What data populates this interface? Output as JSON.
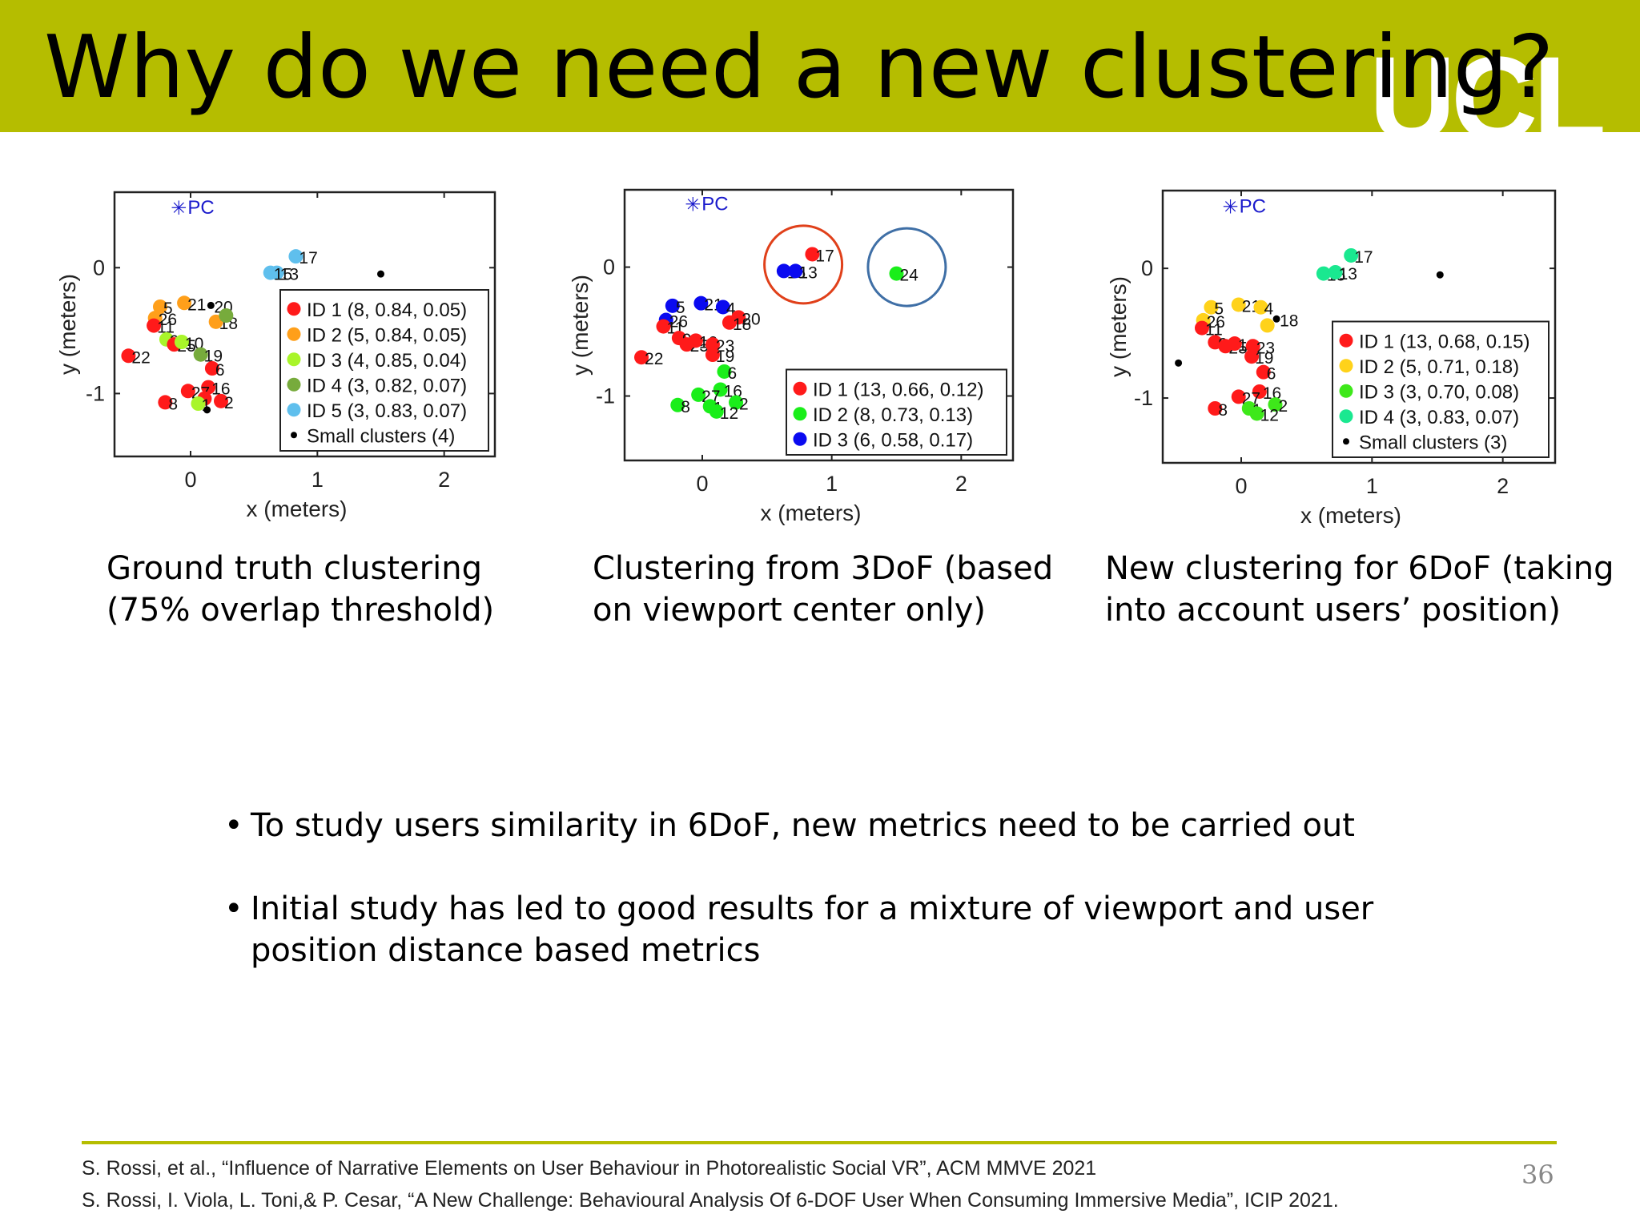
{
  "title": "Why do we need a new clustering?",
  "logo_text": "UCL",
  "colors": {
    "header_bg": "#b5bd00",
    "rule": "#b5bd00"
  },
  "chart_data": [
    {
      "type": "scatter",
      "xlabel": "x (meters)",
      "ylabel": "y (meters)",
      "xlim": [
        -0.6,
        2.4
      ],
      "ylim": [
        -1.5,
        0.6
      ],
      "xticks": [
        0,
        1,
        2
      ],
      "yticks": [
        0,
        -1
      ],
      "pc": {
        "label": "PC",
        "x": -0.08,
        "y": 0.48
      },
      "legend": {
        "position": "bottom-right",
        "entries": [
          {
            "label": "ID 1 (8, 0.84, 0.05)",
            "color": "#ff1a1a"
          },
          {
            "label": "ID 2 (5, 0.84, 0.05)",
            "color": "#ff9f1a"
          },
          {
            "label": "ID 3 (4, 0.85, 0.04)",
            "color": "#a9f52a"
          },
          {
            "label": "ID 4 (3, 0.82, 0.07)",
            "color": "#77ab3c"
          },
          {
            "label": "ID 5 (3, 0.83, 0.07)",
            "color": "#5fbfed"
          },
          {
            "label": "Small clusters (4)",
            "color": "#000000",
            "small": true
          }
        ]
      },
      "points": [
        {
          "x": 0.83,
          "y": 0.09,
          "color": "#5fbfed",
          "label": "17"
        },
        {
          "x": 0.68,
          "y": -0.04,
          "color": "#5fbfed",
          "label": "13"
        },
        {
          "x": 0.63,
          "y": -0.04,
          "color": "#5fbfed",
          "label": "15"
        },
        {
          "x": 1.5,
          "y": -0.05,
          "color": "#000000",
          "small": true
        },
        {
          "x": 0.16,
          "y": -0.3,
          "color": "#000000",
          "small": true,
          "label": "20"
        },
        {
          "x": -0.05,
          "y": -0.28,
          "color": "#ff9f1a",
          "label": "21"
        },
        {
          "x": -0.24,
          "y": -0.31,
          "color": "#ff9f1a",
          "label": "5"
        },
        {
          "x": -0.28,
          "y": -0.4,
          "color": "#ff9f1a",
          "label": "26"
        },
        {
          "x": 0.2,
          "y": -0.43,
          "color": "#ff9f1a",
          "label": "18"
        },
        {
          "x": 0.28,
          "y": -0.38,
          "color": "#77ab3c"
        },
        {
          "x": -0.29,
          "y": -0.46,
          "color": "#ff1a1a",
          "label": "11"
        },
        {
          "x": -0.19,
          "y": -0.57,
          "color": "#a9f52a",
          "label": "9"
        },
        {
          "x": -0.13,
          "y": -0.61,
          "color": "#ff1a1a",
          "label": "25"
        },
        {
          "x": -0.07,
          "y": -0.59,
          "color": "#a9f52a",
          "label": "10"
        },
        {
          "x": 0.08,
          "y": -0.69,
          "color": "#77ab3c",
          "label": "19"
        },
        {
          "x": -0.49,
          "y": -0.7,
          "color": "#ff1a1a",
          "label": "22"
        },
        {
          "x": 0.17,
          "y": -0.8,
          "color": "#ff1a1a",
          "label": "6"
        },
        {
          "x": 0.14,
          "y": -0.95,
          "color": "#ff1a1a",
          "label": "16"
        },
        {
          "x": -0.02,
          "y": -0.98,
          "color": "#ff1a1a",
          "label": "27"
        },
        {
          "x": 0.11,
          "y": -1.04,
          "color": "#ff1a1a"
        },
        {
          "x": 0.24,
          "y": -1.06,
          "color": "#ff1a1a",
          "label": "2"
        },
        {
          "x": 0.06,
          "y": -1.08,
          "color": "#a9f52a",
          "label": "1"
        },
        {
          "x": -0.2,
          "y": -1.07,
          "color": "#ff1a1a",
          "label": "8"
        },
        {
          "x": 0.13,
          "y": -1.13,
          "color": "#000000",
          "small": true
        }
      ]
    },
    {
      "type": "scatter",
      "xlabel": "x (meters)",
      "ylabel": "y (meters)",
      "xlim": [
        -0.6,
        2.4
      ],
      "ylim": [
        -1.5,
        0.6
      ],
      "xticks": [
        0,
        1,
        2
      ],
      "yticks": [
        0,
        -1
      ],
      "pc": {
        "label": "PC",
        "x": -0.06,
        "y": 0.49
      },
      "circles": [
        {
          "x": 0.78,
          "y": 0.02,
          "r": 0.3,
          "color": "#e0401a"
        },
        {
          "x": 1.58,
          "y": 0.0,
          "r": 0.3,
          "color": "#3f6fa6"
        }
      ],
      "legend": {
        "position": "bottom-right",
        "entries": [
          {
            "label": "ID 1 (13, 0.66, 0.12)",
            "color": "#ff1a1a"
          },
          {
            "label": "ID 2 (8, 0.73, 0.13)",
            "color": "#1aee1a"
          },
          {
            "label": "ID 3 (6, 0.58, 0.17)",
            "color": "#0a0af0"
          }
        ]
      },
      "points": [
        {
          "x": 0.85,
          "y": 0.1,
          "color": "#ff1a1a",
          "label": "17"
        },
        {
          "x": 0.63,
          "y": -0.03,
          "color": "#0a0af0",
          "label": "15"
        },
        {
          "x": 0.72,
          "y": -0.03,
          "color": "#0a0af0",
          "label": "13"
        },
        {
          "x": 1.5,
          "y": -0.05,
          "color": "#1aee1a",
          "label": "24"
        },
        {
          "x": -0.23,
          "y": -0.3,
          "color": "#0a0af0",
          "label": "5"
        },
        {
          "x": -0.01,
          "y": -0.28,
          "color": "#0a0af0",
          "label": "21"
        },
        {
          "x": 0.16,
          "y": -0.31,
          "color": "#0a0af0",
          "label": "4"
        },
        {
          "x": 0.28,
          "y": -0.39,
          "color": "#ff1a1a",
          "label": "20"
        },
        {
          "x": 0.21,
          "y": -0.43,
          "color": "#ff1a1a",
          "label": "18"
        },
        {
          "x": -0.28,
          "y": -0.41,
          "color": "#0a0af0",
          "label": "26"
        },
        {
          "x": -0.3,
          "y": -0.46,
          "color": "#ff1a1a",
          "label": "11"
        },
        {
          "x": -0.18,
          "y": -0.55,
          "color": "#ff1a1a",
          "label": "9"
        },
        {
          "x": -0.12,
          "y": -0.6,
          "color": "#ff1a1a",
          "label": "25"
        },
        {
          "x": -0.05,
          "y": -0.57,
          "color": "#ff1a1a",
          "label": "10"
        },
        {
          "x": 0.08,
          "y": -0.6,
          "color": "#ff1a1a",
          "label": "23"
        },
        {
          "x": 0.08,
          "y": -0.68,
          "color": "#ff1a1a",
          "label": "19"
        },
        {
          "x": -0.47,
          "y": -0.7,
          "color": "#ff1a1a",
          "label": "22"
        },
        {
          "x": 0.17,
          "y": -0.81,
          "color": "#1aee1a",
          "label": "6"
        },
        {
          "x": 0.14,
          "y": -0.95,
          "color": "#1aee1a",
          "label": "16"
        },
        {
          "x": -0.03,
          "y": -0.99,
          "color": "#1aee1a",
          "label": "27"
        },
        {
          "x": 0.26,
          "y": -1.05,
          "color": "#1aee1a",
          "label": "2"
        },
        {
          "x": 0.06,
          "y": -1.08,
          "color": "#1aee1a",
          "label": "1"
        },
        {
          "x": 0.11,
          "y": -1.12,
          "color": "#1aee1a",
          "label": "12"
        },
        {
          "x": -0.19,
          "y": -1.07,
          "color": "#1aee1a",
          "label": "8"
        }
      ]
    },
    {
      "type": "scatter",
      "xlabel": "x (meters)",
      "ylabel": "y (meters)",
      "xlim": [
        -0.6,
        2.4
      ],
      "ylim": [
        -1.5,
        0.6
      ],
      "xticks": [
        0,
        1,
        2
      ],
      "yticks": [
        0,
        -1
      ],
      "pc": {
        "label": "PC",
        "x": -0.07,
        "y": 0.48
      },
      "legend": {
        "position": "bottom-right",
        "entries": [
          {
            "label": "ID 1 (13, 0.68, 0.15)",
            "color": "#ff1a1a"
          },
          {
            "label": "ID 2 (5, 0.71, 0.18)",
            "color": "#ffd21a"
          },
          {
            "label": "ID 3 (3, 0.70, 0.08)",
            "color": "#3ee81a"
          },
          {
            "label": "ID 4 (3, 0.83, 0.07)",
            "color": "#1ae890"
          },
          {
            "label": "Small clusters (3)",
            "color": "#000000",
            "small": true
          }
        ]
      },
      "points": [
        {
          "x": 0.84,
          "y": 0.1,
          "color": "#1ae890",
          "label": "17"
        },
        {
          "x": 0.63,
          "y": -0.04,
          "color": "#1ae890",
          "label": "15"
        },
        {
          "x": 0.72,
          "y": -0.03,
          "color": "#1ae890",
          "label": "13"
        },
        {
          "x": 1.52,
          "y": -0.05,
          "color": "#000000",
          "small": true
        },
        {
          "x": -0.23,
          "y": -0.3,
          "color": "#ffd21a",
          "label": "5"
        },
        {
          "x": -0.02,
          "y": -0.28,
          "color": "#ffd21a",
          "label": "21"
        },
        {
          "x": 0.15,
          "y": -0.3,
          "color": "#ffd21a",
          "label": "4"
        },
        {
          "x": 0.27,
          "y": -0.39,
          "color": "#000000",
          "small": true,
          "label": "18"
        },
        {
          "x": 0.2,
          "y": -0.44,
          "color": "#ffd21a"
        },
        {
          "x": -0.29,
          "y": -0.4,
          "color": "#ffd21a",
          "label": "26"
        },
        {
          "x": -0.3,
          "y": -0.46,
          "color": "#ff1a1a",
          "label": "11"
        },
        {
          "x": -0.2,
          "y": -0.57,
          "color": "#ff1a1a",
          "label": "9"
        },
        {
          "x": -0.12,
          "y": -0.6,
          "color": "#ff1a1a",
          "label": "25"
        },
        {
          "x": -0.05,
          "y": -0.58,
          "color": "#ff1a1a",
          "label": "10"
        },
        {
          "x": 0.09,
          "y": -0.6,
          "color": "#ff1a1a",
          "label": "23"
        },
        {
          "x": 0.08,
          "y": -0.68,
          "color": "#ff1a1a",
          "label": "19"
        },
        {
          "x": -0.48,
          "y": -0.73,
          "color": "#000000",
          "small": true
        },
        {
          "x": 0.17,
          "y": -0.8,
          "color": "#ff1a1a",
          "label": "6"
        },
        {
          "x": 0.14,
          "y": -0.95,
          "color": "#ff1a1a",
          "label": "16"
        },
        {
          "x": -0.02,
          "y": -0.99,
          "color": "#ff1a1a",
          "label": "27"
        },
        {
          "x": 0.26,
          "y": -1.05,
          "color": "#3ee81a",
          "label": "2"
        },
        {
          "x": 0.06,
          "y": -1.08,
          "color": "#3ee81a",
          "label": "1"
        },
        {
          "x": 0.12,
          "y": -1.12,
          "color": "#3ee81a",
          "label": "12"
        },
        {
          "x": -0.2,
          "y": -1.08,
          "color": "#ff1a1a",
          "label": "8"
        }
      ]
    }
  ],
  "captions": [
    {
      "line1": "Ground truth clustering",
      "line2": "(75% overlap threshold)"
    },
    {
      "line1": "Clustering from 3DoF (based",
      "line2": "on viewport center only)"
    },
    {
      "line1": "New clustering for 6DoF (taking",
      "line2": "into account users’ position)"
    }
  ],
  "bullets": [
    "To study users similarity in 6DoF, new metrics need to be carried out",
    "Initial study has led to good results for a mixture of viewport and user position distance based metrics"
  ],
  "references": [
    "S. Rossi, et al., “Influence of Narrative Elements on User Behaviour in Photorealistic Social VR”, ACM MMVE 2021",
    "S. Rossi, I. Viola, L. Toni,& P. Cesar, “A New Challenge: Behavioural Analysis Of 6-DOF User When Consuming Immersive Media”, ICIP 2021."
  ],
  "page_number": "36"
}
